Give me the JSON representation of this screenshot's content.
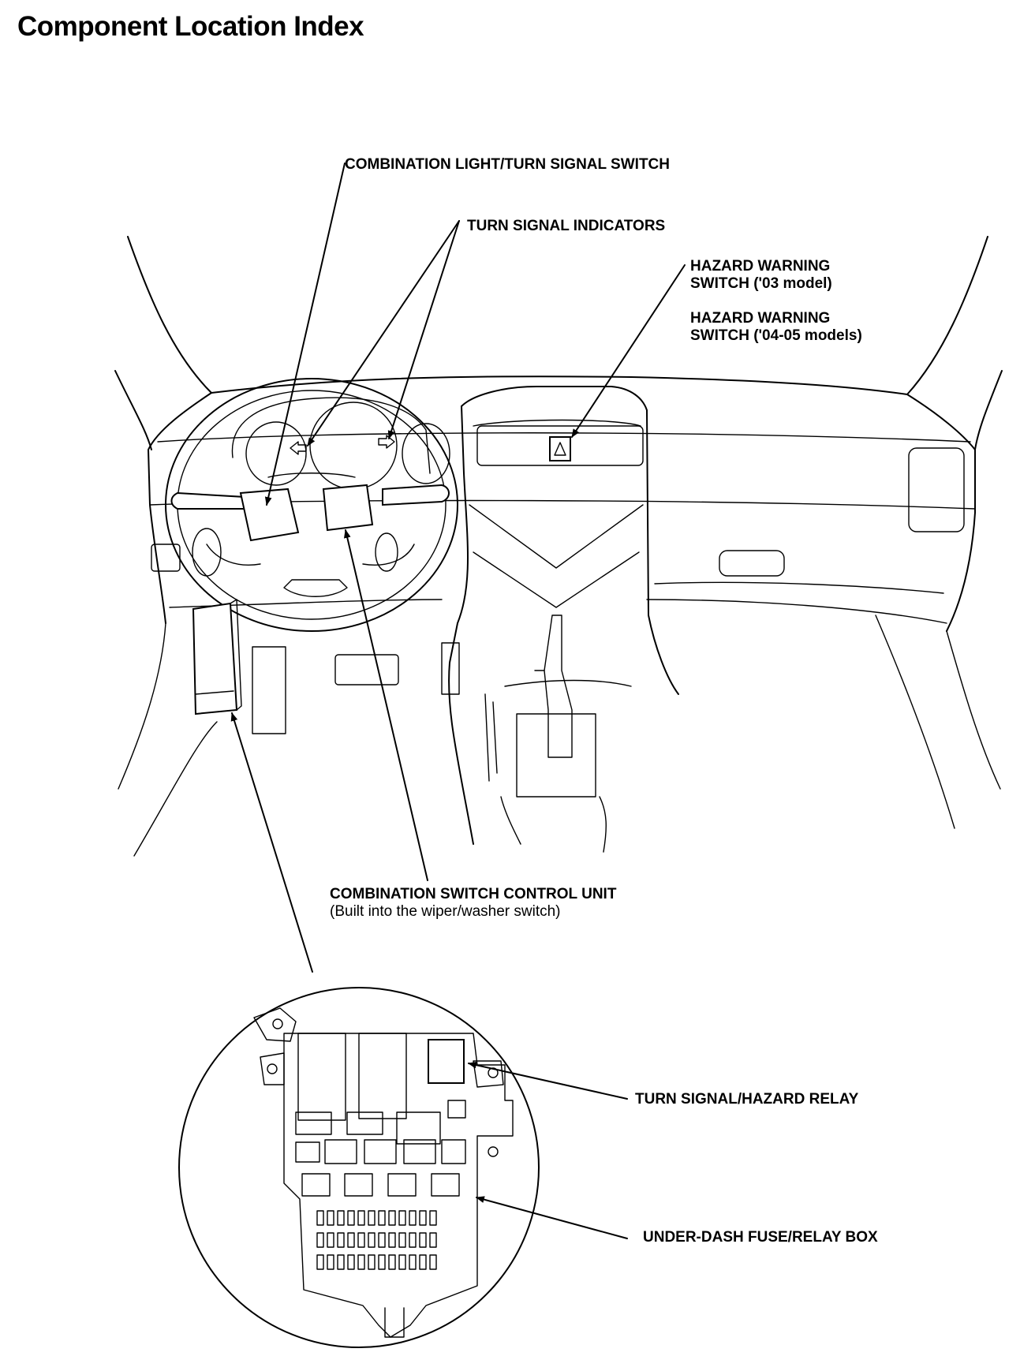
{
  "title": "Component Location Index",
  "labels": {
    "combination_light_turn_signal_switch": "COMBINATION LIGHT/TURN SIGNAL SWITCH",
    "turn_signal_indicators": "TURN SIGNAL INDICATORS",
    "hazard_switch_03_line1": "HAZARD WARNING",
    "hazard_switch_03_line2": "SWITCH ('03 model)",
    "hazard_switch_0405_line1": "HAZARD WARNING",
    "hazard_switch_0405_line2": "SWITCH ('04-05 models)",
    "combination_switch_control_unit": "COMBINATION SWITCH CONTROL UNIT",
    "combination_switch_control_unit_note": "(Built into the wiper/washer switch)",
    "turn_signal_hazard_relay": "TURN SIGNAL/HAZARD RELAY",
    "under_dash_fuse_relay_box": "UNDER-DASH FUSE/RELAY BOX"
  }
}
